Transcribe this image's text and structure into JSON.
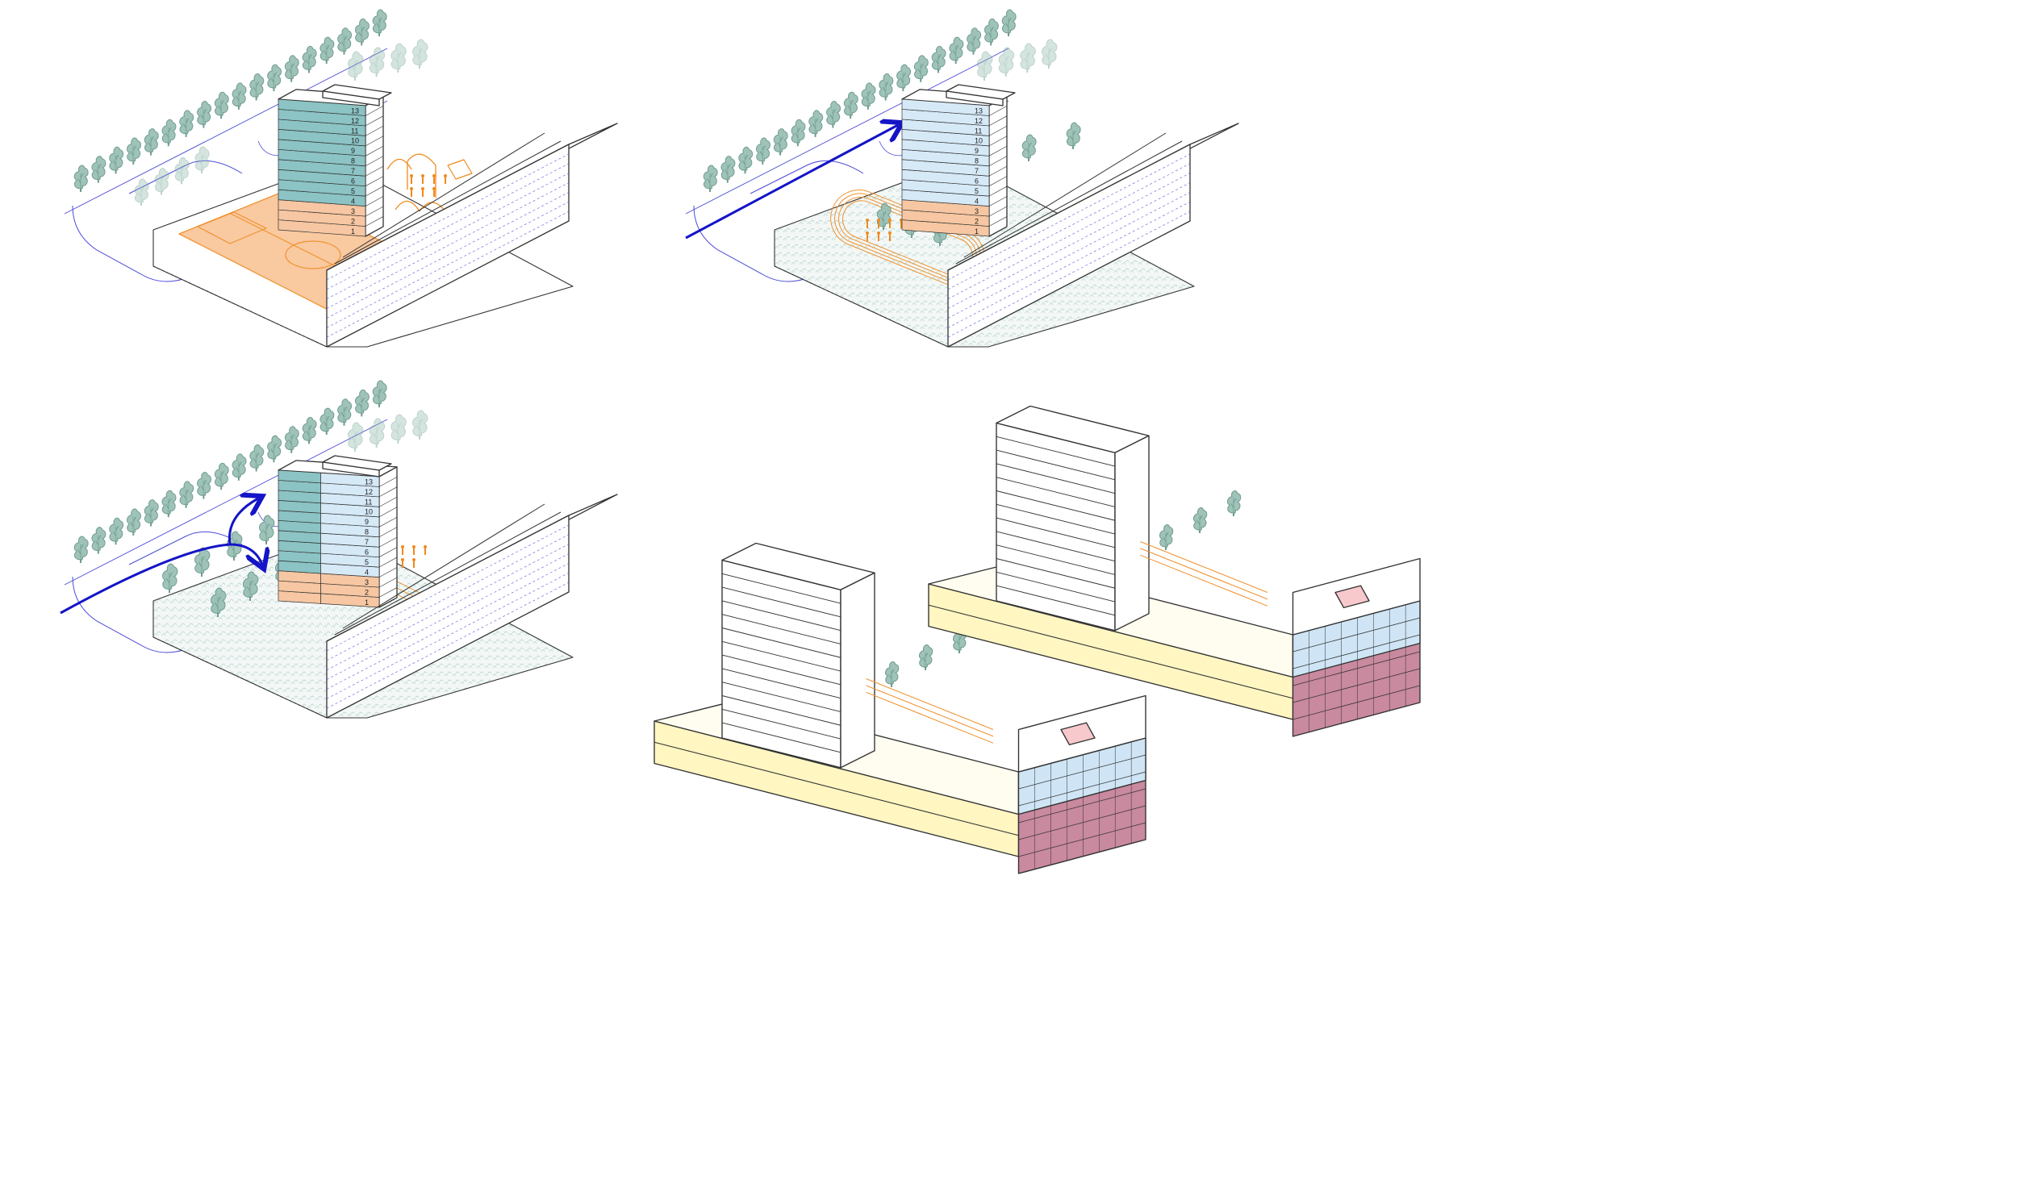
{
  "diagram": {
    "floor_numbers": [
      "13",
      "12",
      "11",
      "10",
      "9",
      "8",
      "7",
      "6",
      "5",
      "4",
      "3",
      "2",
      "1"
    ],
    "colors": {
      "line": "#333333",
      "tree_fill": "#8fb8ad",
      "tree_stroke": "#6f9c90",
      "tower_glass_dark": "#8cc3c4",
      "tower_glass_light": "#d6e9f7",
      "base_peach": "#f6c7a2",
      "field_orange": "#f9c9a0",
      "field_line": "#f0922f",
      "activity_orange": "#f08a1c",
      "path_blue": "#4b4bd8",
      "arrow_blue": "#1414c8",
      "yellow_program": "#fff6c2",
      "pink_program": "#c9899f",
      "light_blue_program": "#cfe5f5",
      "pink_roof": "#f7c8cc"
    },
    "panels": [
      {
        "id": "sports-field",
        "tower_glass": "dark",
        "courtyard": "football-field",
        "arrow": "none"
      },
      {
        "id": "running-track",
        "tower_glass": "light",
        "courtyard": "running-track",
        "arrow": "straight"
      },
      {
        "id": "split-tower",
        "tower_glass": "split",
        "courtyard": "garden",
        "arrow": "split"
      },
      {
        "id": "program-sections",
        "tower_glass": "none",
        "courtyard": "track-garden",
        "arrow": "none"
      }
    ]
  }
}
